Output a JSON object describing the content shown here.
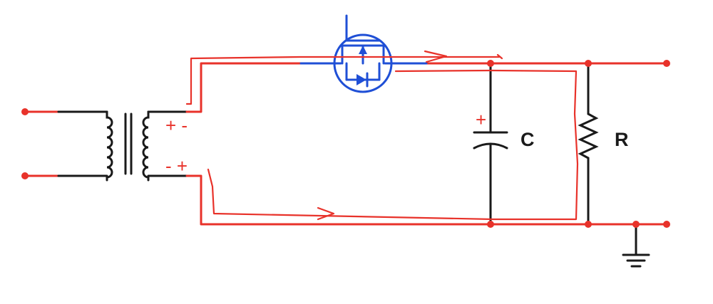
{
  "diagram": {
    "components": {
      "capacitor": {
        "label": "C",
        "polarity": "+"
      },
      "resistor": {
        "label": "R"
      },
      "transformer": {
        "secondary_top_polarity": "+ -",
        "secondary_bottom_polarity": "- +"
      },
      "mosfet": {
        "type": "N-channel MOSFET with body diode"
      },
      "ground": {
        "type": "ground"
      }
    },
    "colors": {
      "wire": "#e8322a",
      "transformer_winding": "#1a1a1a",
      "mosfet": "#1f4fd6",
      "hand_drawn_current_path": "#e8322a"
    }
  }
}
